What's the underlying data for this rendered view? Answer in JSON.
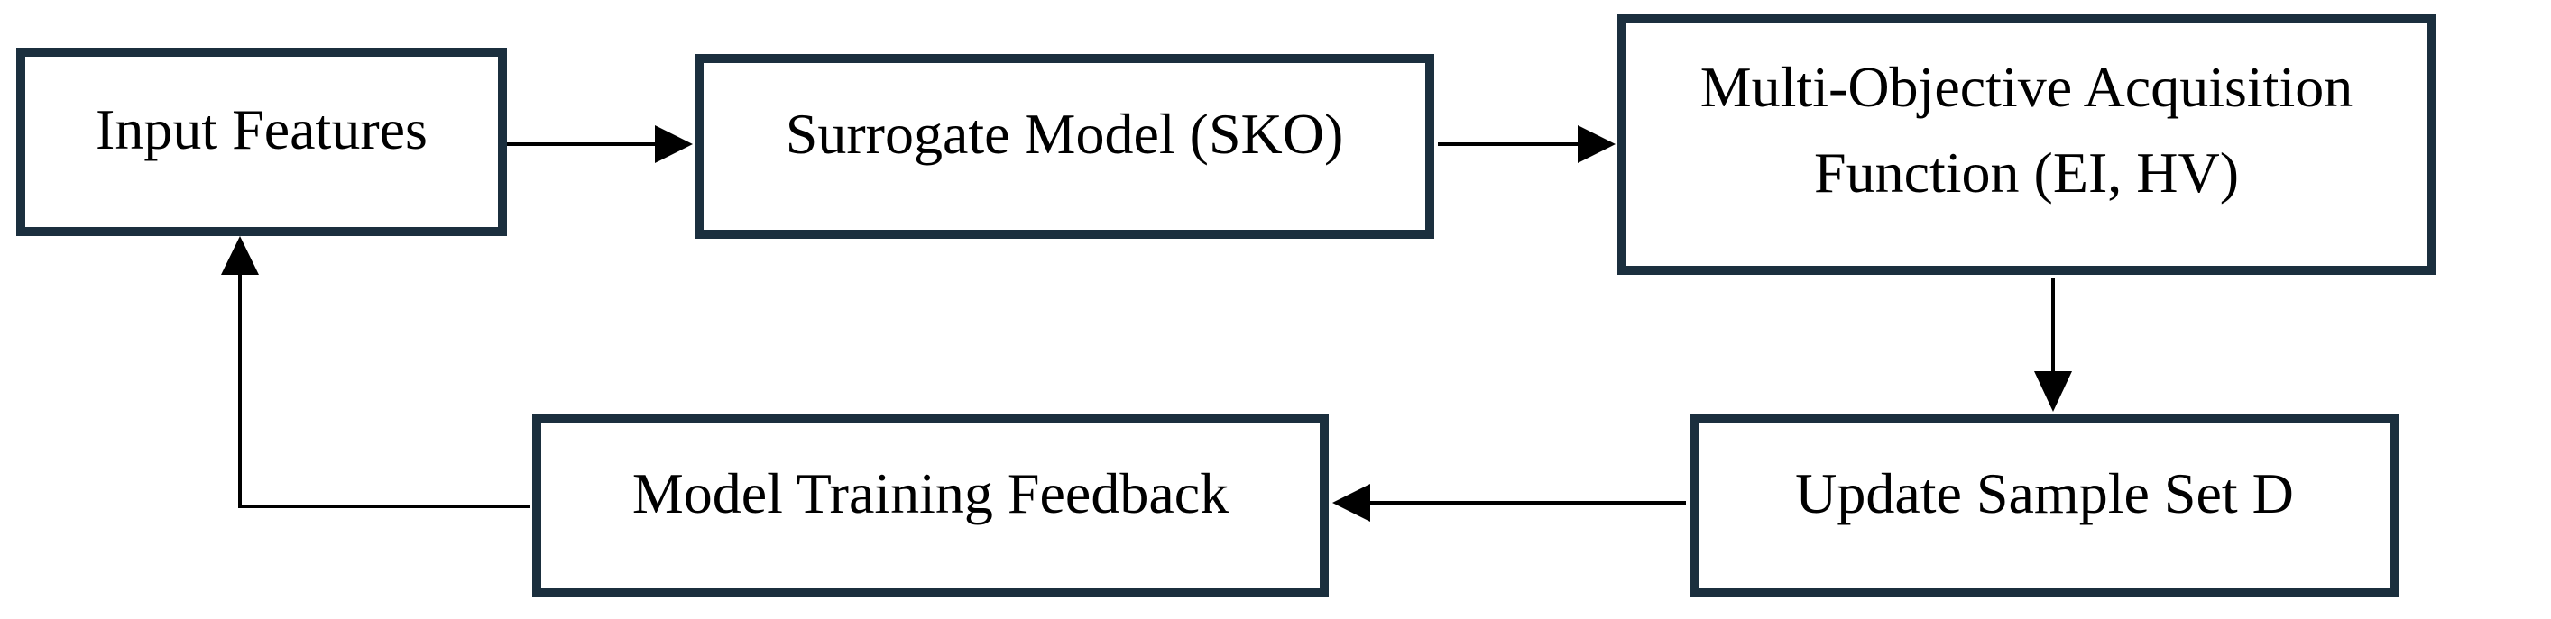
{
  "diagram": {
    "type": "flowchart",
    "background_color": "#ffffff",
    "node_border_color": "#1b2f3e",
    "node_fill_color": "#ffffff",
    "text_color": "#000000",
    "arrow_color": "#000000",
    "nodes": [
      {
        "id": "input-features",
        "label": "Input Features"
      },
      {
        "id": "surrogate-model",
        "label": "Surrogate Model (SKO)"
      },
      {
        "id": "acquisition-function",
        "label": "Multi-Objective Acquisition Function (EI, HV)"
      },
      {
        "id": "update-sample-set",
        "label": "Update Sample Set D"
      },
      {
        "id": "model-training-feedback",
        "label": "Model Training Feedback"
      }
    ],
    "edges": [
      {
        "from": "input-features",
        "to": "surrogate-model"
      },
      {
        "from": "surrogate-model",
        "to": "acquisition-function"
      },
      {
        "from": "acquisition-function",
        "to": "update-sample-set"
      },
      {
        "from": "update-sample-set",
        "to": "model-training-feedback"
      },
      {
        "from": "model-training-feedback",
        "to": "input-features"
      }
    ]
  }
}
